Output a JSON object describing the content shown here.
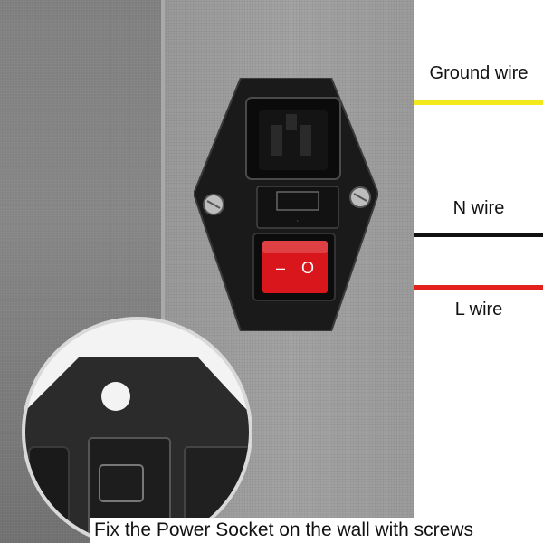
{
  "wires": {
    "ground_label": "Ground wire",
    "neutral_label": "N wire",
    "live_label": "L wire",
    "ground_color": "#f2e81a",
    "neutral_color": "#111111",
    "live_color": "#e3211c"
  },
  "switch": {
    "off_symbol": "–",
    "on_symbol": "O",
    "color": "#d8161b"
  },
  "caption": "Fix the Power Socket on the wall with screws"
}
